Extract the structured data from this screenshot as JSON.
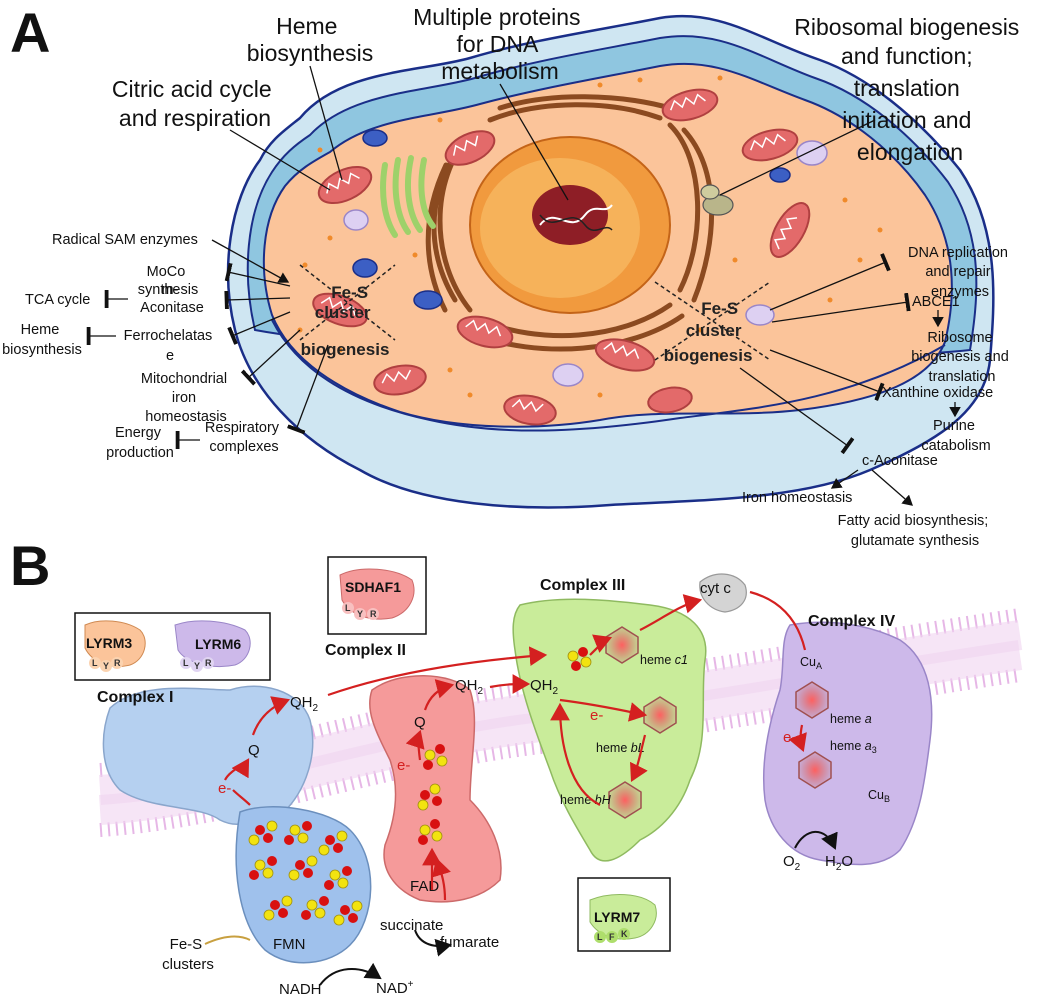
{
  "panel_a": {
    "letter": "A",
    "labels": {
      "heme_biosynthesis_line1": "Heme",
      "heme_biosynthesis_line2": "biosynthesis",
      "dna_line1": "Multiple proteins",
      "dna_line2": "for DNA",
      "dna_line3": "metabolism",
      "ribo_line1": "Ribosomal biogenesis",
      "ribo_line2": "and function;",
      "ribo_line3": "translation",
      "ribo_line4": "initiation and",
      "ribo_line5": "elongation",
      "citric_line1": "Citric acid cycle",
      "citric_line2": "and respiration"
    },
    "mito_fes": {
      "line1": "Fe-S",
      "line2": "cluster",
      "line3": "biogenesis"
    },
    "cyto_fes": {
      "line1": "Fe-S",
      "line2": "cluster",
      "line3": "biogenesis"
    },
    "left_targets": {
      "radical_sam": "Radical SAM enzymes",
      "moco_1": "MoCo",
      "moco_2": "synthesis",
      "maconitase_1": "m-",
      "maconitase_2": "Aconitase",
      "tca": "TCA cycle",
      "ferro_1": "Ferrochelatas",
      "ferro_2": "e",
      "heme_1": "Heme",
      "heme_2": "biosynthesis",
      "mito_iron_1": "Mitochondrial",
      "mito_iron_2": "iron",
      "mito_iron_3": "homeostasis",
      "resp_1": "Respiratory",
      "resp_2": "complexes",
      "energy_1": "Energy",
      "energy_2": "production"
    },
    "right_targets": {
      "dna_rep_1": "DNA replication",
      "dna_rep_2": "and repair",
      "dna_rep_3": "enzymes",
      "abce1": "ABCE1",
      "ribosome_1": "Ribosome",
      "ribosome_2": "biogenesis and",
      "ribosome_3": "translation",
      "xanthine": "Xanthine oxidase",
      "purine_1": "Purine",
      "purine_2": "catabolism",
      "caconitase": "c-Aconitase",
      "iron_homeo": "Iron homeostasis",
      "fatty_1": "Fatty acid biosynthesis;",
      "fatty_2": "glutamate synthesis"
    }
  },
  "panel_b": {
    "letter": "B",
    "complexes": {
      "c1": "Complex I",
      "c2": "Complex II",
      "c3": "Complex III",
      "c4": "Complex IV"
    },
    "lyrm": {
      "lyrm3": "LYRM3",
      "lyrm6": "LYRM6",
      "sdhaf1": "SDHAF1",
      "lyrm7": "LYRM7",
      "lyr_l": "L",
      "lyr_y": "Y",
      "lyr_r": "R",
      "lfk_l": "L",
      "lfk_f": "F",
      "lfk_k": "K"
    },
    "molecules": {
      "qh2": "QH",
      "q": "Q",
      "two": "2",
      "e_minus": "e-",
      "fmn": "FMN",
      "fad": "FAD",
      "nadh": "NADH",
      "nad": "NAD",
      "plus": "+",
      "succinate": "succinate",
      "fumarate": "fumarate",
      "fes_line1": "Fe-S",
      "fes_line2": "clusters",
      "cytc": "cyt c",
      "heme": "heme",
      "c1": "c1",
      "bl": "bL",
      "bh": "bH",
      "a": "a",
      "a3_base": "a",
      "a3_sub": "3",
      "cu": "Cu",
      "cu_a": "A",
      "cu_b": "B",
      "o": "O",
      "h": "H",
      "h2o_o": "O"
    }
  },
  "colors": {
    "cell_membrane": "#8fc6e0",
    "cytoplasm": "#fbc49a",
    "nucleus": "#f19a3e",
    "mitochondria": "#e36a6a",
    "complex1": "#b5d0f0",
    "complex2": "#f59a9a",
    "complex3": "#c9ec9a",
    "complex4": "#cdb9ea",
    "electron_arrow": "#d42020",
    "iron_atom": "#d81010",
    "sulfur_atom": "#f2e310"
  }
}
